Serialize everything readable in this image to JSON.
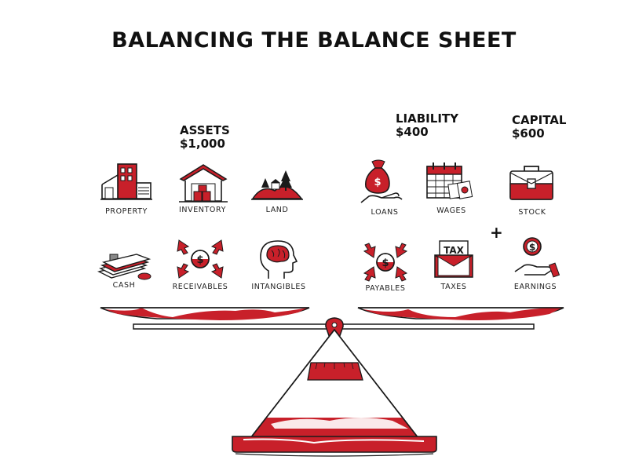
{
  "title": "BALANCING THE BALANCE SHEET",
  "groups": {
    "assets": {
      "label": "ASSETS",
      "amount": "$1,000"
    },
    "liability": {
      "label": "LIABILITY",
      "amount": "$400"
    },
    "capital": {
      "label": "CAPITAL",
      "amount": "$600"
    }
  },
  "items": {
    "property": "PROPERTY",
    "inventory": "INVENTORY",
    "land": "LAND",
    "cash": "CASH",
    "receivables": "RECEIVABLES",
    "intangibles": "INTANGIBLES",
    "loans": "LOANS",
    "wages": "WAGES",
    "stock": "STOCK",
    "payables": "PAYABLES",
    "taxes": "TAXES",
    "earnings": "EARNINGS",
    "tax_sign": "TAX"
  },
  "symbols": {
    "plus": "+",
    "dollar": "$"
  },
  "colors": {
    "accent": "#c8202a",
    "ink": "#1a1a1a",
    "background": "#ffffff"
  }
}
